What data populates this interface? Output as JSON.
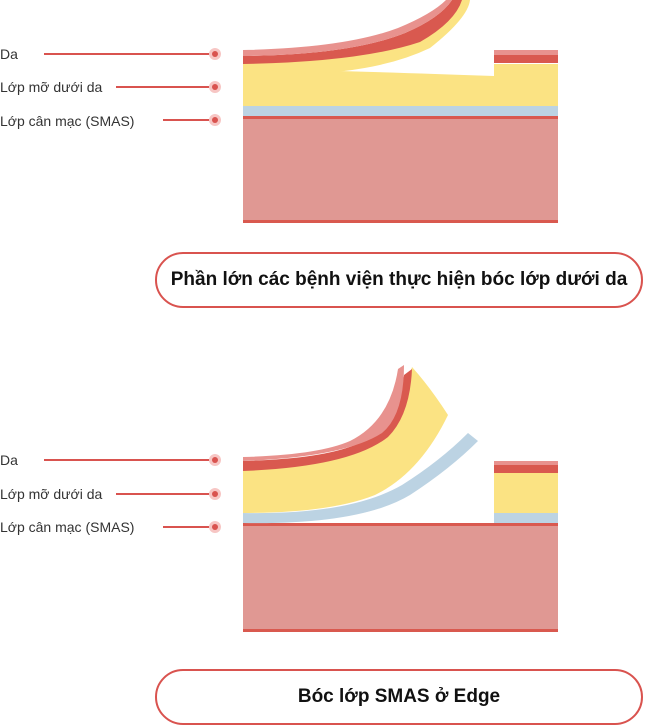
{
  "top_panel": {
    "labels": {
      "skin": "Da",
      "subcutaneous_fat": "Lớp mỡ dưới da",
      "smas": "Lớp cân mạc (SMAS)"
    },
    "caption": "Phần lớn các bệnh viện thực hiện bóc lớp dưới da"
  },
  "bottom_panel": {
    "labels": {
      "skin": "Da",
      "subcutaneous_fat": "Lớp mỡ dưới da",
      "smas": "Lớp cân mạc (SMAS)"
    },
    "caption": "Bóc lớp SMAS ở Edge"
  },
  "colors": {
    "skin_dark": "#d9594f",
    "skin_light": "#e8928e",
    "fat": "#fbe383",
    "smas": "#bcd3e3",
    "muscle": "#e09893",
    "accent": "#d9534f"
  }
}
